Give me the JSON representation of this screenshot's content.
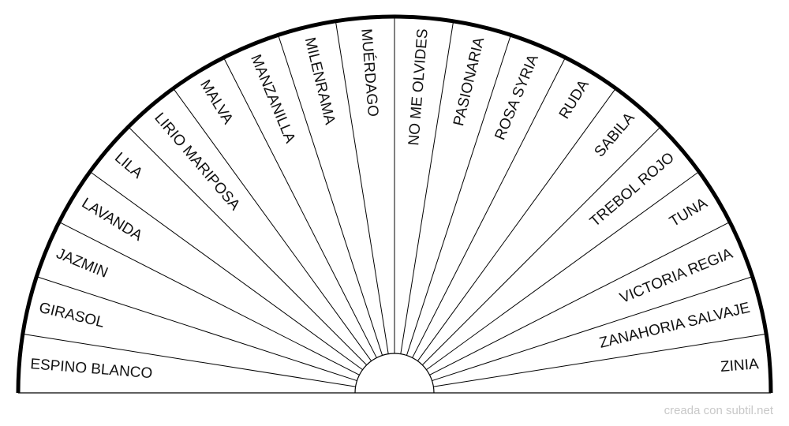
{
  "labels": [
    "ESPINO BLANCO",
    "GIRASOL",
    "JAZMIN",
    "LAVANDA",
    "LILA",
    "LIRIO MARIPOSA",
    "MALVA",
    "MANZANILLA",
    "MILENRAMA",
    "MUÉRDAGO",
    "NO ME OLVIDES",
    "PASIONARIA",
    "ROSA SYRIA",
    "RUDA",
    "SABILA",
    "TREBOL ROJO",
    "TUNA",
    "VICTORIA REGIA",
    "ZANAHORIA SALVAJE",
    "ZINIA"
  ],
  "footer": "creada con subtil.net",
  "colors": {
    "line": "#000000",
    "text": "#111111",
    "footer": "#c8c8c8"
  }
}
